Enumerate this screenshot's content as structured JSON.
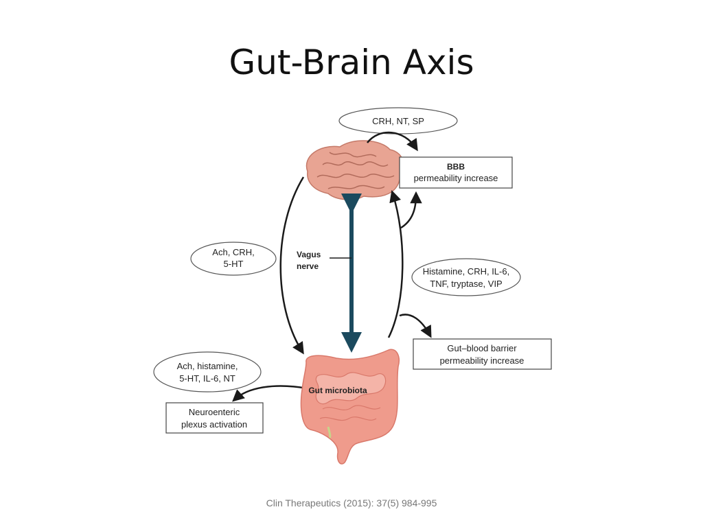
{
  "title": "Gut-Brain Axis",
  "citation": "Clin Therapeutics (2015): 37(5) 984-995",
  "labels": {
    "top_ellipse": "CRH, NT, SP",
    "bbb_title": "BBB",
    "bbb_sub": "permeability increase",
    "left_ellipse_1": "Ach, CRH,",
    "left_ellipse_2": "5-HT",
    "vagus_1": "Vagus",
    "vagus_2": "nerve",
    "right_ellipse_1": "Histamine, CRH, IL-6,",
    "right_ellipse_2": "TNF, tryptase, VIP",
    "gbb_1": "Gut–blood barrier",
    "gbb_2": "permeability increase",
    "bottom_ellipse_1": "Ach, histamine,",
    "bottom_ellipse_2": "5-HT, IL-6, NT",
    "gut_microbiota": "Gut microbiota",
    "neuro_1": "Neuroenteric",
    "neuro_2": "plexus activation"
  },
  "colors": {
    "brain": "#e8a493",
    "brain_dark": "#c47968",
    "gut": "#ef9b8c",
    "gut_dark": "#d9786a",
    "vagus": "#1b4a5e"
  }
}
